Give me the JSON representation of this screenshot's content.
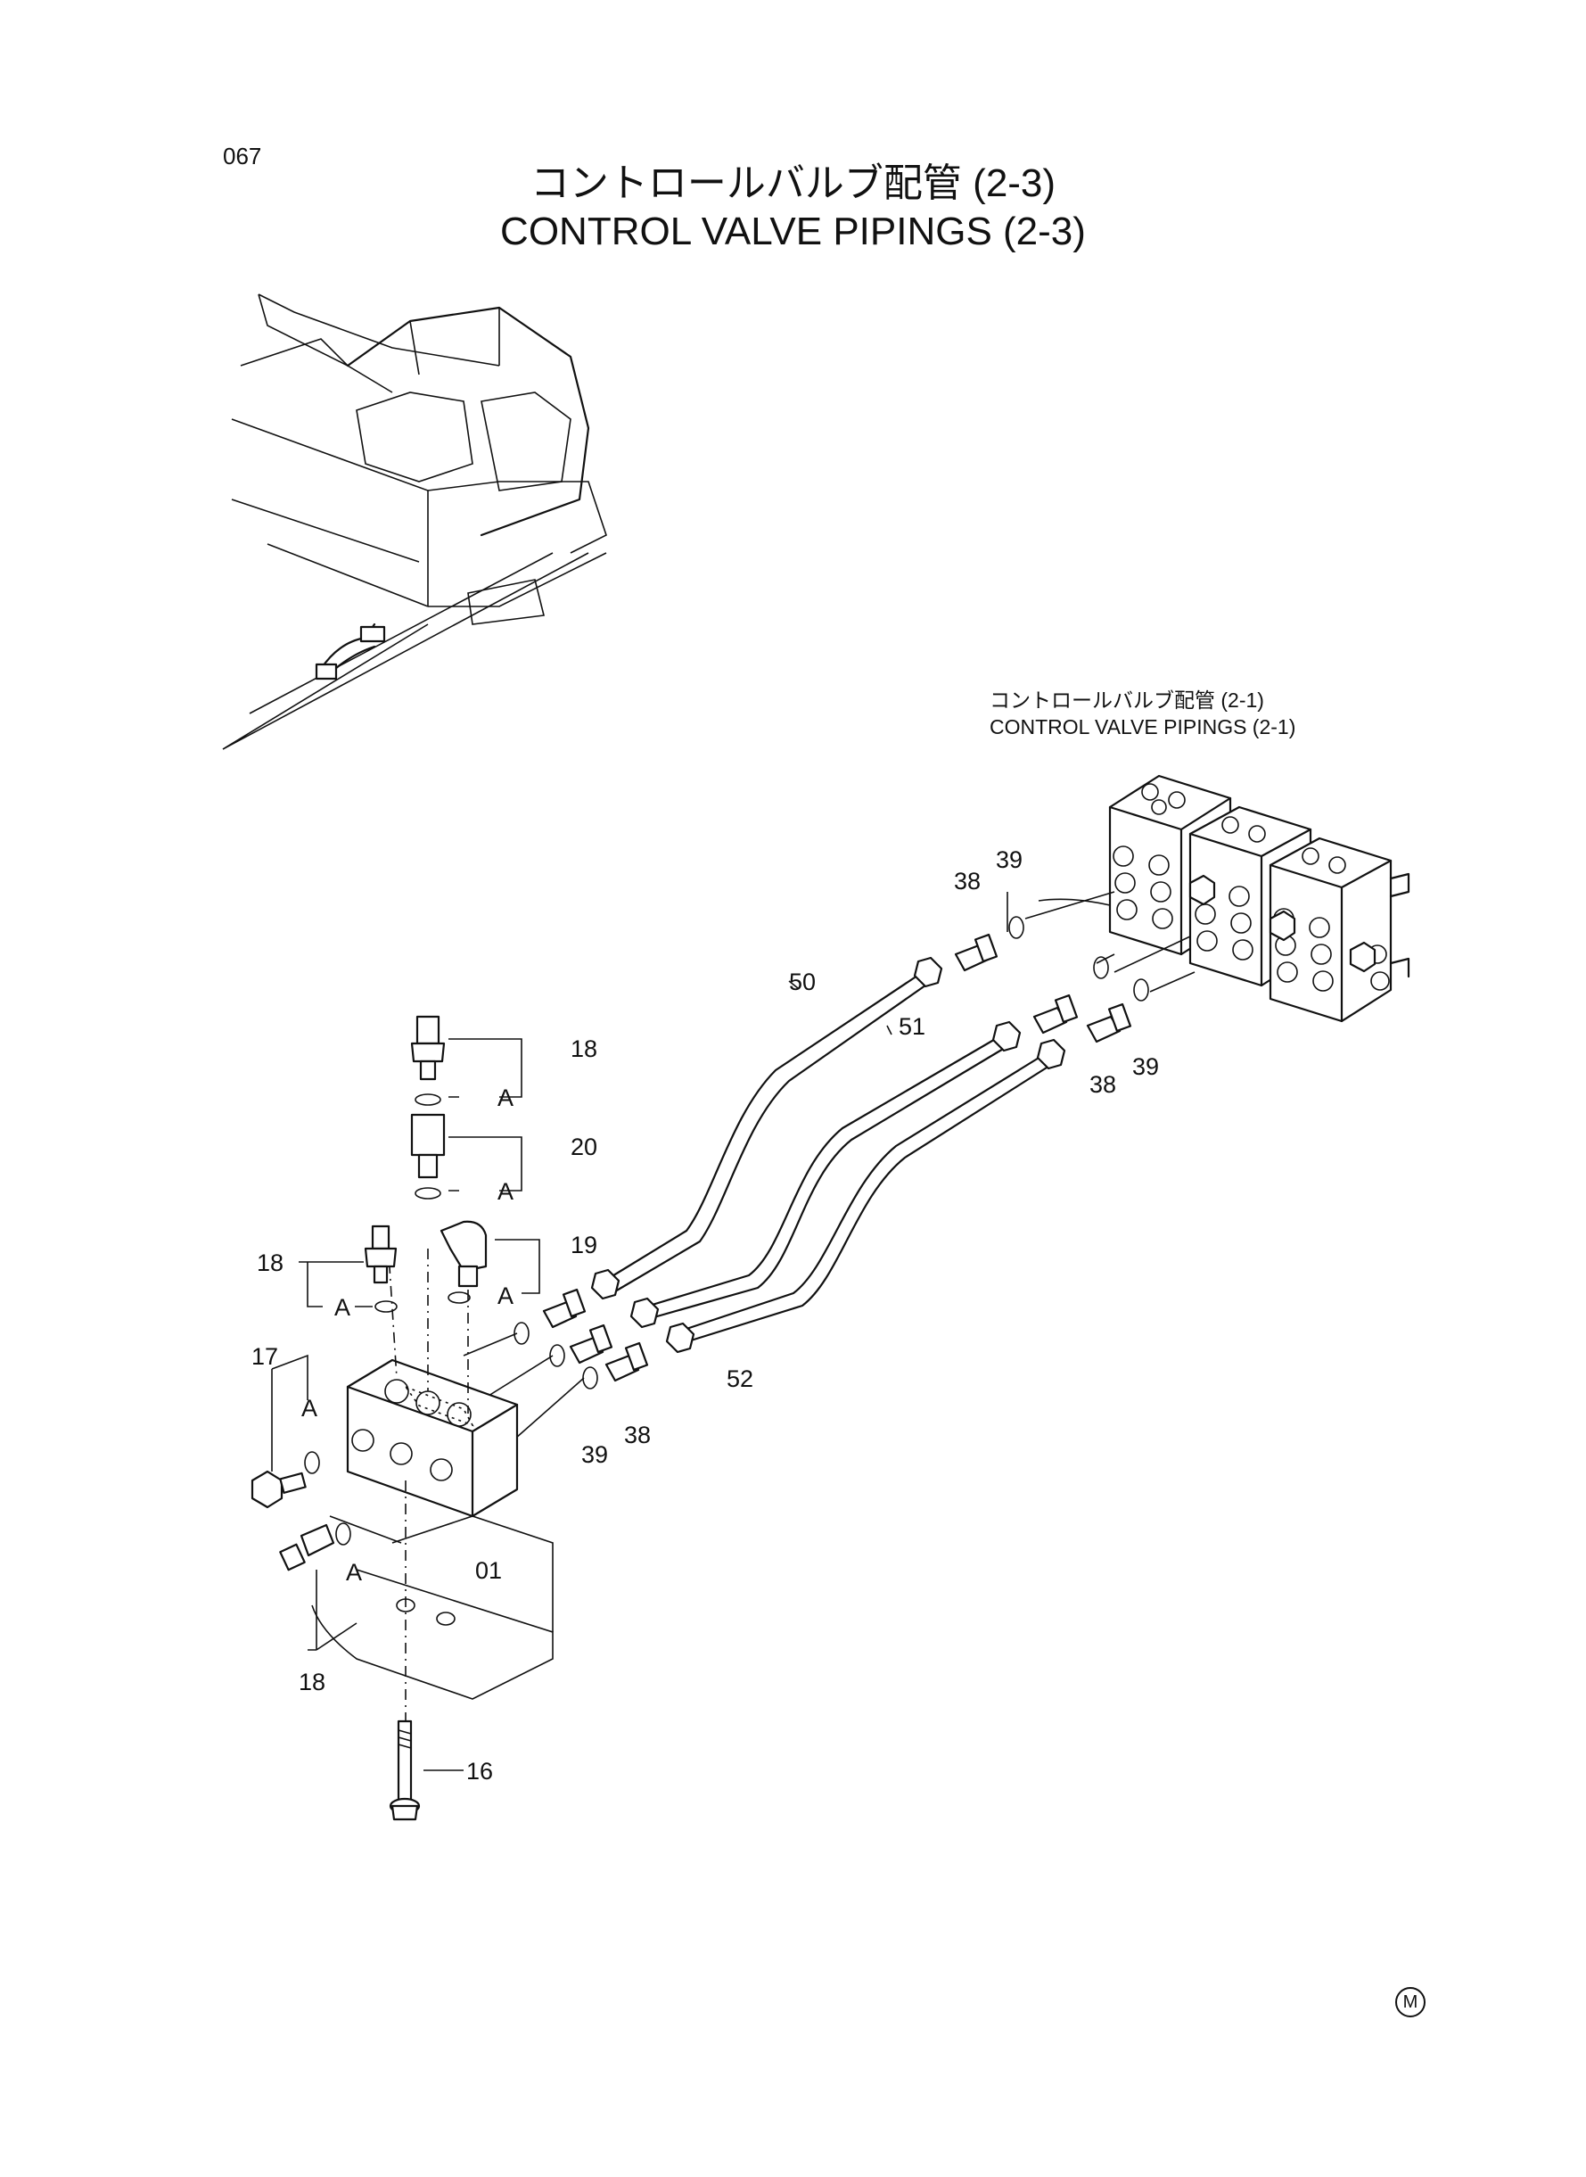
{
  "page": {
    "number": "067"
  },
  "title": {
    "japanese": "コントロールバルブ配管 (2-3)",
    "english": "CONTROL VALVE PIPINGS (2-3)"
  },
  "reference": {
    "japanese": "コントロールバルブ配管 (2-1)",
    "english": "CONTROL VALVE PIPINGS (2-1)"
  },
  "callouts": {
    "p18_top": "18",
    "p20": "20",
    "p19": "19",
    "p18_left": "18",
    "p17": "17",
    "p18_bottom": "18",
    "p16": "16",
    "p01": "01",
    "p50": "50",
    "p51": "51",
    "p52": "52",
    "p38_top": "38",
    "p39_top": "39",
    "p38_right": "38",
    "p39_right": "39",
    "p38_mid": "38",
    "p39_mid": "39",
    "a1": "A",
    "a2": "A",
    "a3": "A",
    "a4": "A",
    "a5": "A",
    "a6": "A"
  },
  "corner_mark": "M"
}
